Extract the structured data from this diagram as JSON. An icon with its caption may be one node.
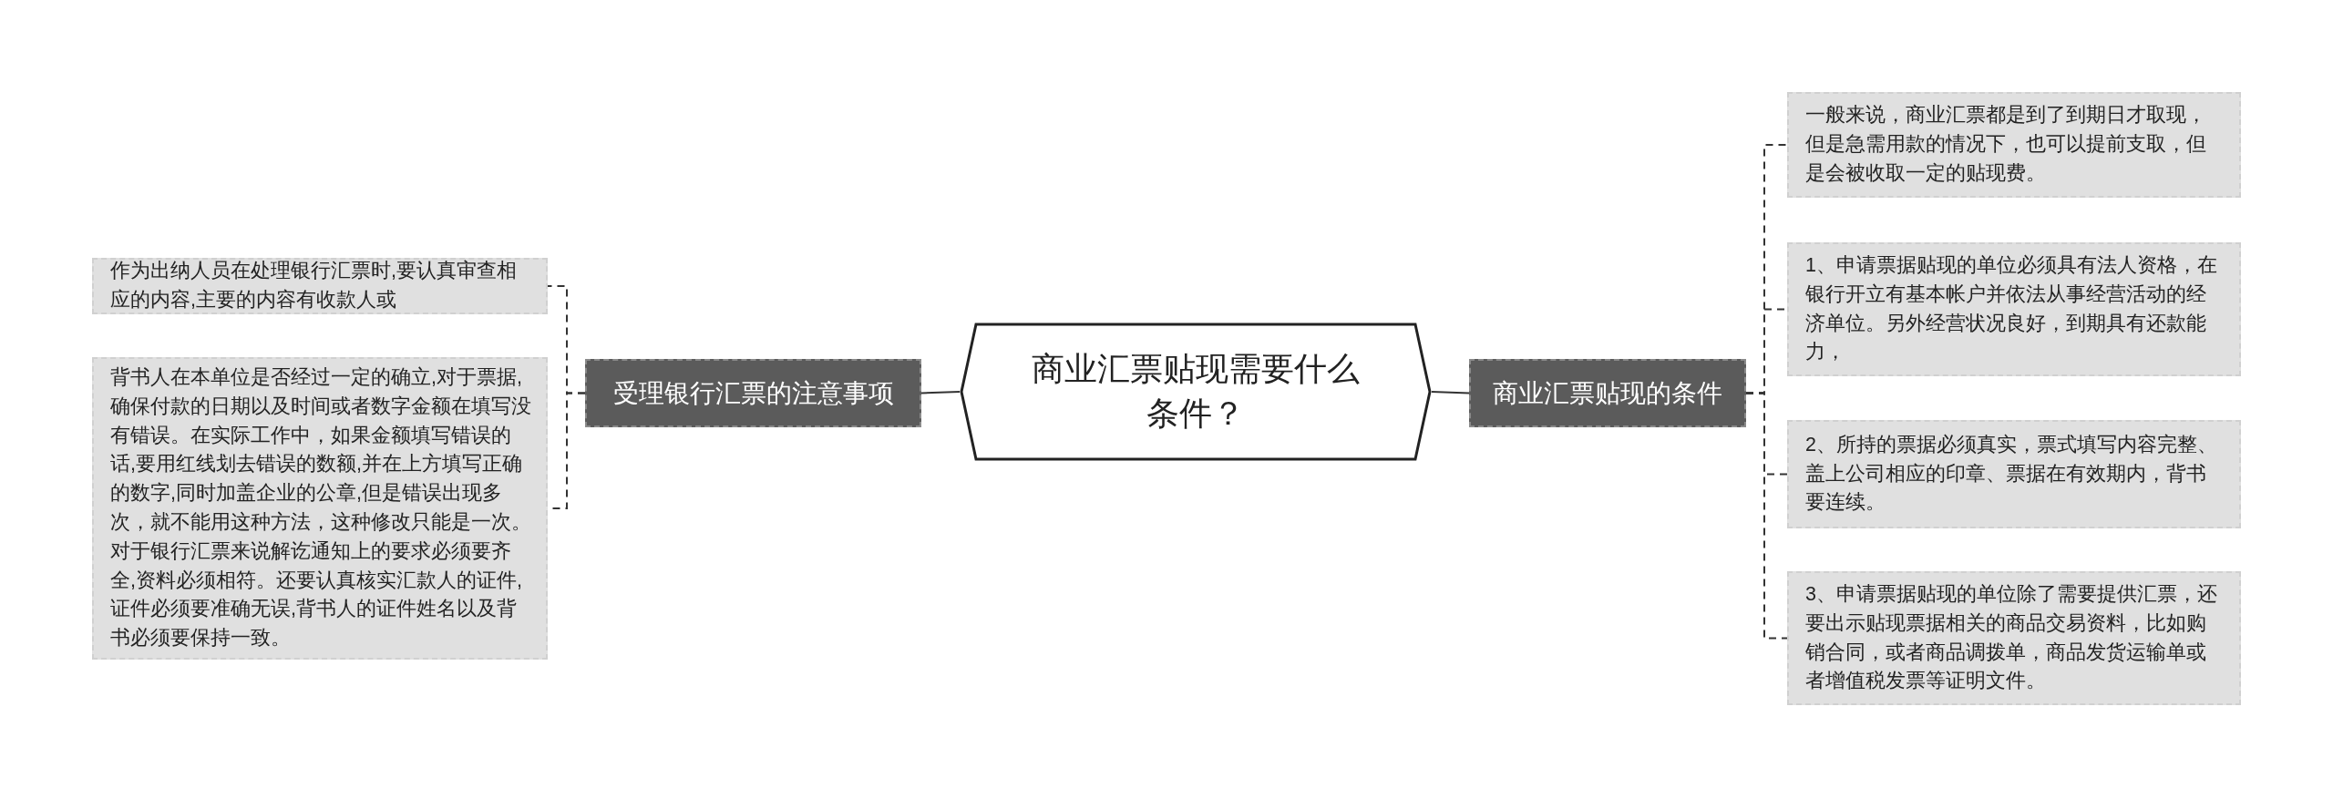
{
  "diagram": {
    "nodes": [
      {
        "text": [
          "商业汇票贴现需要什么条件？"
        ]
      },
      {
        "text": [
          "受理银行汇票的注意事项"
        ]
      },
      {
        "text": [
          "作为出纳人员在处理银行汇票时,要认真审查相应的内容,主要的内容有收款人或"
        ]
      },
      {
        "text": [
          "背书人在本单位是否经过一定的确立,对于票据,确保付款的日期以及时间或者数字金额在填写没有错误。在实际工作中，如果金额填写错误的话,要用红线划去错误的数额,并在上方填写正确的数字,同时加盖企业的公章,但是错误出现多次，就不能用这种方法，这种修改只能是一次。对于银行汇票来说解讫通知上的要求必须要齐全,资料必须相符。还要认真核实汇款人的证件,证件必须要准确无误,背书人的证件姓名以及背书必须要保持一致。"
        ]
      },
      {
        "text": [
          "商业汇票贴现的条件"
        ]
      },
      {
        "text": [
          "一般来说，商业汇票都是到了到期日才取现，但是急需用款的情况下，也可以提前支取，但是会被收取一定的贴现费。"
        ]
      },
      {
        "text": [
          "1、申请票据贴现的单位必须具有法人资格，在银行开立有基本帐户并依法从事经营活动的经济单位。另外经营状况良好，到期具有还款能力，"
        ]
      },
      {
        "text": [
          "2、所持的票据必须真实，票式填写内容完整、盖上公司相应的印章、票据在有效期内，背书要连续。"
        ]
      },
      {
        "text": [
          "3、申请票据贴现的单位除了需要提供汇票，还要出示贴现票据相关的商品交易资料，比如购销合同，或者商品调拨单，商品发货运输单或者增值税发票等证明文件。"
        ]
      }
    ],
    "edges": [
      {
        "from": 0,
        "to": 1,
        "arrow": "none"
      },
      {
        "from": 1,
        "to": 2,
        "arrow": "none",
        "style": "dashed"
      },
      {
        "from": 1,
        "to": 3,
        "arrow": "none",
        "style": "dashed"
      },
      {
        "from": 0,
        "to": 4,
        "arrow": "none"
      },
      {
        "from": 4,
        "to": 5,
        "arrow": "none",
        "style": "dashed"
      },
      {
        "from": 4,
        "to": 6,
        "arrow": "none",
        "style": "dashed"
      },
      {
        "from": 4,
        "to": 7,
        "arrow": "none",
        "style": "dashed"
      },
      {
        "from": 4,
        "to": 8,
        "arrow": "none",
        "style": "dashed"
      }
    ]
  }
}
